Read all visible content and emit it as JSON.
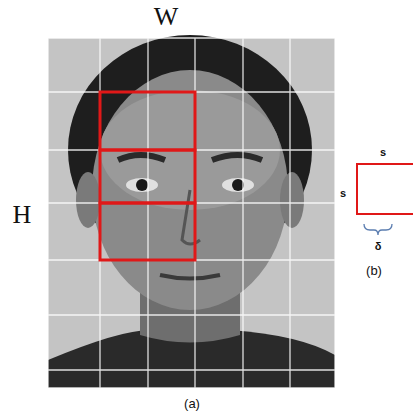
{
  "diagram": {
    "labels": [
      "W",
      "H",
      "(a)",
      "s",
      "s",
      "δ",
      "(b)"
    ]
  }
}
